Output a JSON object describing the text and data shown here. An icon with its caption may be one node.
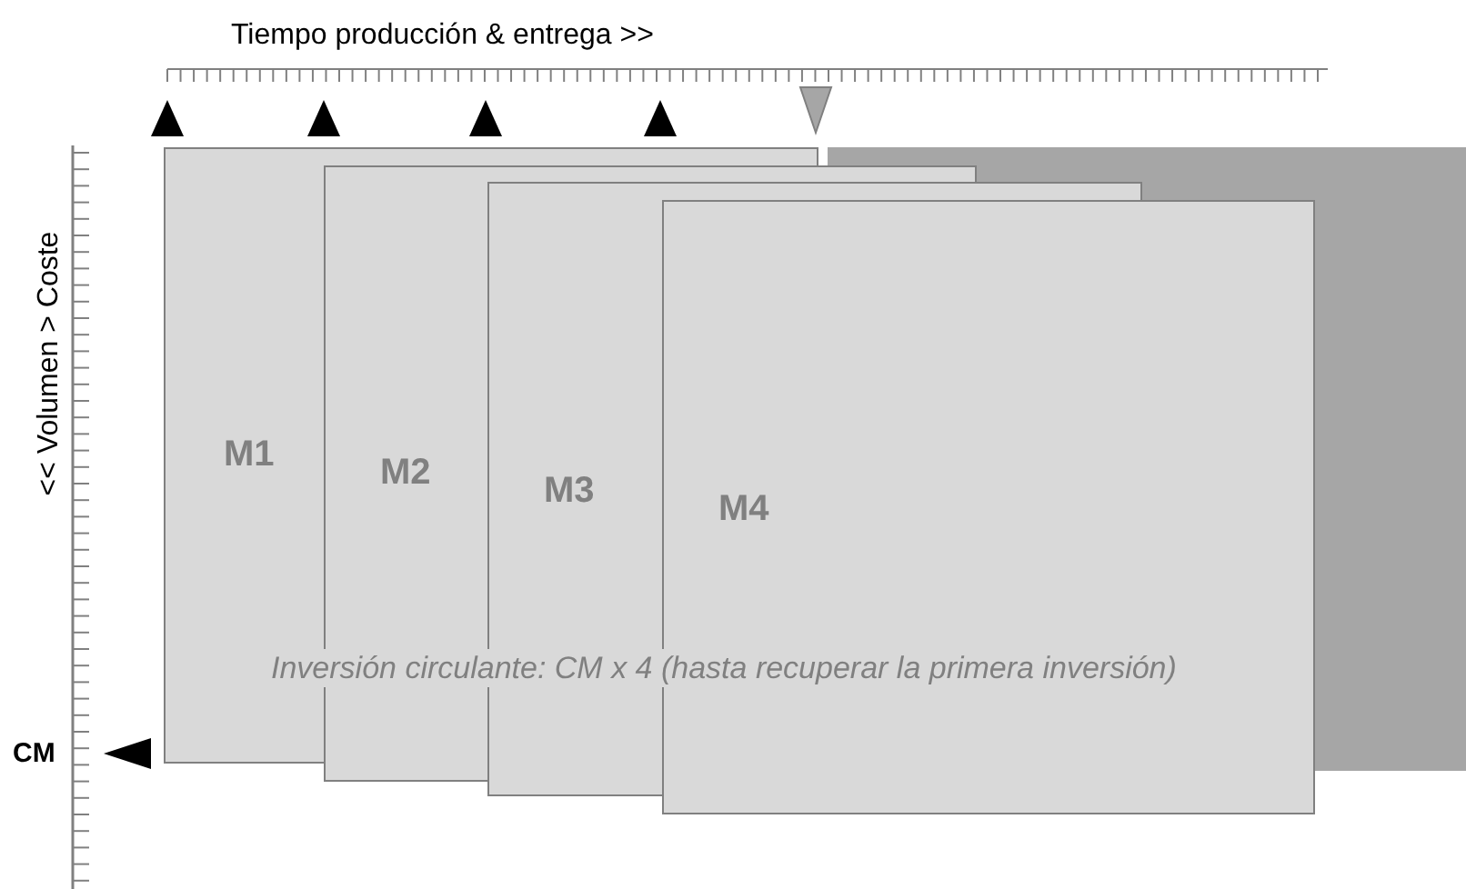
{
  "diagram": {
    "nodes": [
      {
        "text": [
          "M1"
        ]
      },
      {
        "text": [
          "M2"
        ]
      },
      {
        "text": [
          "M3"
        ]
      },
      {
        "text": [
          "M4"
        ]
      }
    ],
    "labels": [
      "Tiempo producción & entrega >>",
      "<< Volumen > Coste",
      "CM",
      "Inversión circulante: CM x 4 (hasta recuperar la primera inversión)"
    ]
  }
}
